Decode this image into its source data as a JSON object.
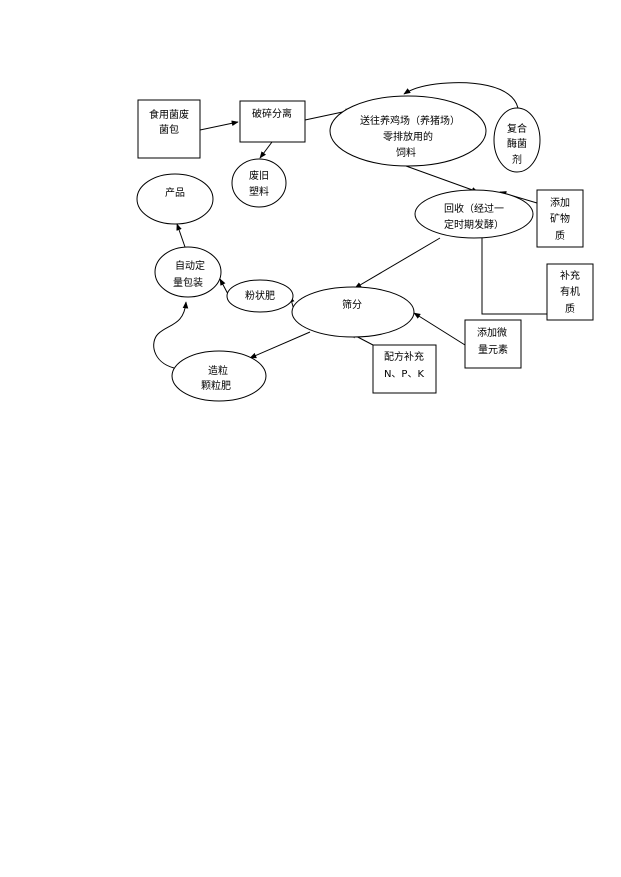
{
  "diagram": {
    "nodes": {
      "waste_bags": {
        "lines": [
          "食用菌废",
          "菌包"
        ]
      },
      "crush_separate": {
        "lines": [
          "破碎分离"
        ]
      },
      "waste_plastic": {
        "lines": [
          "废旧",
          "塑料"
        ]
      },
      "farm_feed": {
        "lines": [
          "送往养鸡场（养猪场）",
          "零排放用的",
          "饲料"
        ]
      },
      "compound_enzyme": {
        "lines": [
          "复合",
          "酶菌",
          "剂"
        ]
      },
      "recycle_ferment": {
        "lines": [
          "回收（经过一",
          "定时期发酵）"
        ]
      },
      "add_mineral": {
        "lines": [
          "添加",
          "矿物",
          "质"
        ]
      },
      "add_organic": {
        "lines": [
          "补充",
          "有机",
          "质"
        ]
      },
      "screening": {
        "lines": [
          "筛分"
        ]
      },
      "add_trace": {
        "lines": [
          "添加微",
          "量元素"
        ]
      },
      "formula_npk": {
        "lines": [
          "配方补充",
          "N、P、K"
        ]
      },
      "powder_fertilizer": {
        "lines": [
          "粉状肥"
        ]
      },
      "granulate": {
        "lines": [
          "造粒",
          "颗粒肥"
        ]
      },
      "auto_pack": {
        "lines": [
          "自动定",
          "量包装"
        ]
      },
      "product": {
        "lines": [
          "产品"
        ]
      }
    }
  }
}
